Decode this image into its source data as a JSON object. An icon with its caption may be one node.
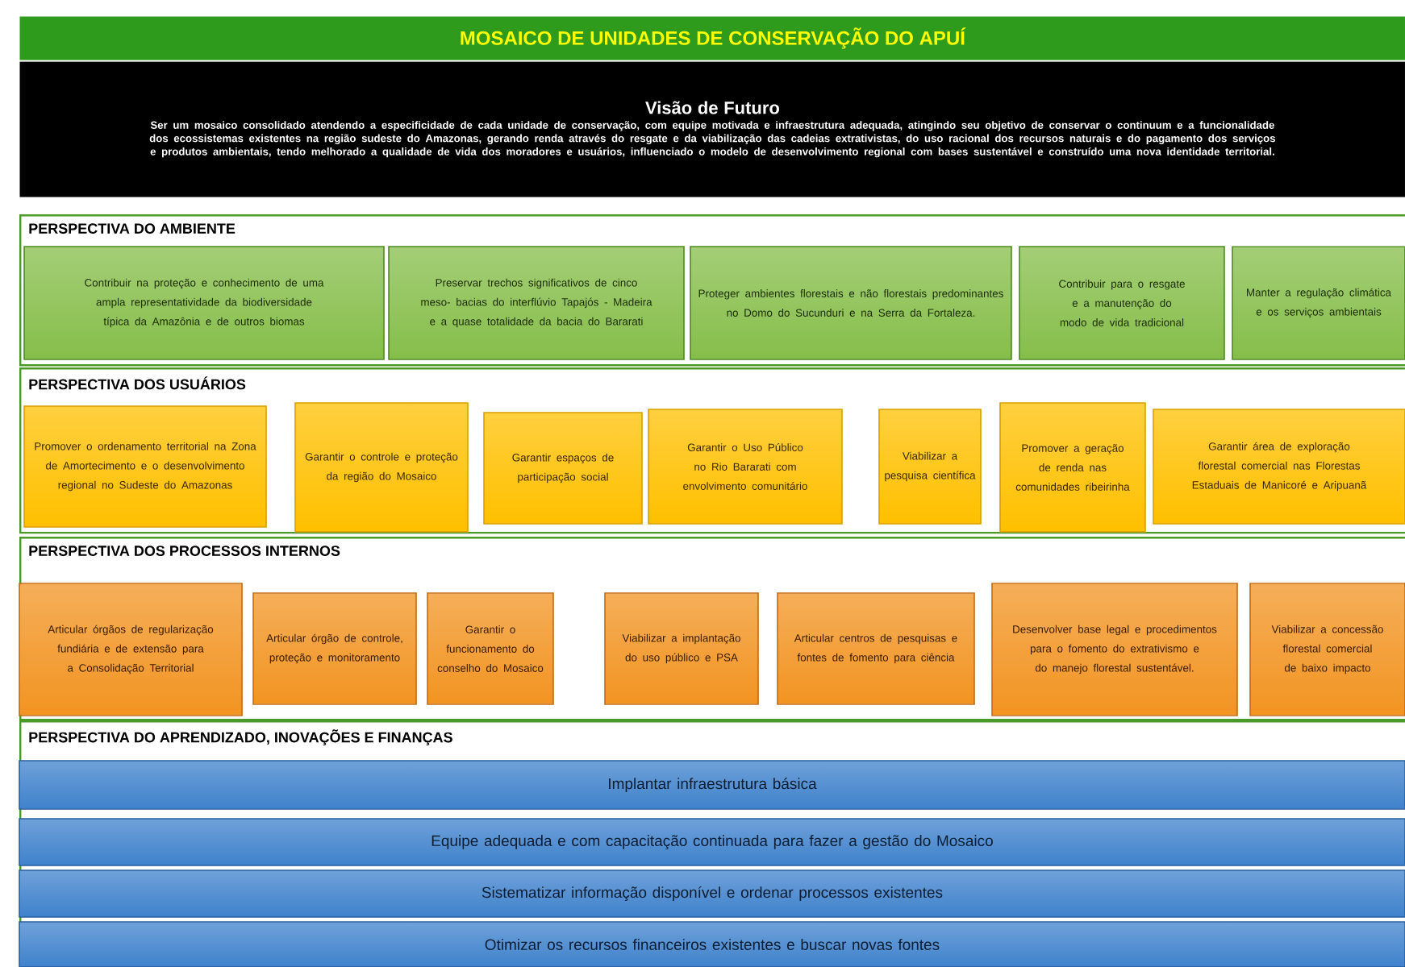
{
  "diagram": {
    "nodes": [
      {
        "text": [
          "MOSAICO DE UNIDADES DE CONSERVAÇÃO DO APUÍ"
        ]
      },
      {
        "text": [
          "Visão de Futuro",
          "Ser um mosaico consolidado atendendo a especificidade de cada unidade de conservação, com equipe motivada e infraestrutura adequada, atingindo seu objetivo de conservar o continuum e a funcionalidade dos ecossistemas existentes na região sudeste do Amazonas, gerando renda através do resgate e da viabilização das cadeias extrativistas, do uso racional dos recursos naturais e do pagamento dos serviços e produtos ambientais, tendo melhorado a qualidade de vida dos moradores e usuários, influenciado o modelo de desenvolvimento regional com bases sustentável e construído uma nova identidade territorial."
        ]
      },
      {
        "text": [
          "PERSPECTIVA DO AMBIENTE"
        ]
      },
      {
        "text": [
          "Contribuir na proteção e conhecimento de uma ampla representatividade da biodiversidade típica da Amazônia e de outros biomas"
        ],
        "in": 2
      },
      {
        "text": [
          "Preservar trechos significativos de cinco meso- bacias do interflúvio Tapajós - Madeira e a quase totalidade da bacia do Bararati"
        ],
        "in": 2
      },
      {
        "text": [
          "Proteger ambientes florestais e não florestais predominantes no Domo do Sucunduri e na Serra da Fortaleza."
        ],
        "in": 2
      },
      {
        "text": [
          "Contribuir para o resgate e a manutenção do modo de vida tradicional"
        ],
        "in": 2
      },
      {
        "text": [
          "Manter a regulação climática e os serviços ambientais"
        ],
        "in": 2
      },
      {
        "text": [
          "PERSPECTIVA DOS USUÁRIOS"
        ]
      },
      {
        "text": [
          "Promover o ordenamento territorial na Zona de Amortecimento e o desenvolvimento regional no Sudeste do Amazonas"
        ],
        "in": 8
      },
      {
        "text": [
          "Garantir o controle e proteção da região do Mosaico"
        ],
        "in": 8
      },
      {
        "text": [
          "Garantir espaços de participação social"
        ],
        "in": 8
      },
      {
        "text": [
          "Garantir o Uso Público no Rio Bararati com envolvimento comunitário"
        ],
        "in": 8
      },
      {
        "text": [
          "Viabilizar a pesquisa científica"
        ],
        "in": 8
      },
      {
        "text": [
          "Promover a geração de renda nas comunidades ribeirinha"
        ],
        "in": 8
      },
      {
        "text": [
          "Garantir área de exploração florestal comercial nas Florestas Estaduais de Manicoré e Aripuanã"
        ],
        "in": 8
      },
      {
        "text": [
          "PERSPECTIVA DOS PROCESSOS INTERNOS"
        ]
      },
      {
        "text": [
          "Articular órgãos de regularização fundiária e de extensão para a Consolidação Territorial"
        ],
        "in": 16
      },
      {
        "text": [
          "Articular órgão de controle, proteção e monitoramento"
        ],
        "in": 16
      },
      {
        "text": [
          "Garantir o funcionamento do conselho do Mosaico"
        ],
        "in": 16
      },
      {
        "text": [
          "Viabilizar a implantação do uso público e PSA"
        ],
        "in": 16
      },
      {
        "text": [
          "Articular centros de pesquisas e fontes de fomento para ciência"
        ],
        "in": 16
      },
      {
        "text": [
          "Desenvolver base legal e procedimentos para o fomento do extrativismo e do manejo florestal sustentável."
        ],
        "in": 16
      },
      {
        "text": [
          "Viabilizar a concessão florestal comercial de baixo impacto"
        ],
        "in": 16
      },
      {
        "text": [
          "PERSPECTIVA DO APRENDIZADO, INOVAÇÕES E FINANÇAS"
        ]
      },
      {
        "text": [
          "Implantar infraestrutura básica"
        ],
        "in": 24
      },
      {
        "text": [
          "Equipe adequada e com capacitação continuada para fazer a gestão do Mosaico"
        ],
        "in": 24
      },
      {
        "text": [
          "Sistematizar informação disponível e ordenar processos existentes"
        ],
        "in": 24
      },
      {
        "text": [
          "Otimizar os recursos financeiros existentes e buscar novas fontes"
        ],
        "in": 24
      }
    ]
  }
}
